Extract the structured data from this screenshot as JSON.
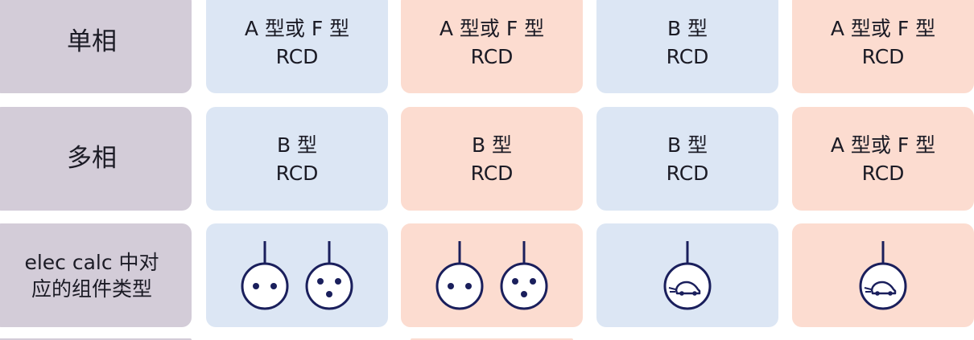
{
  "rows": [
    {
      "header": "单相",
      "cells": [
        {
          "line1": "A 型或 F 型",
          "line2": "RCD"
        },
        {
          "line1": "A 型或 F 型",
          "line2": "RCD"
        },
        {
          "line1": "B 型",
          "line2": "RCD"
        },
        {
          "line1": "A 型或 F 型",
          "line2": "RCD"
        }
      ]
    },
    {
      "header": "多相",
      "cells": [
        {
          "line1": "B 型",
          "line2": "RCD"
        },
        {
          "line1": "B 型",
          "line2": "RCD"
        },
        {
          "line1": "B 型",
          "line2": "RCD"
        },
        {
          "line1": "A 型或 F 型",
          "line2": "RCD"
        }
      ]
    },
    {
      "header_line1": "elec calc 中对",
      "header_line2": "应的组件类型",
      "icons": [
        [
          "two-pin-socket-icon",
          "three-pin-socket-icon"
        ],
        [
          "two-pin-socket-icon",
          "three-pin-socket-icon"
        ],
        [
          "ev-charger-icon"
        ],
        [
          "ev-charger-icon"
        ]
      ]
    }
  ],
  "colors": {
    "header_bg": "#d3ccd8",
    "blue_bg": "#dce6f4",
    "pink_bg": "#fcdcd0",
    "icon_stroke": "#1a1f5c"
  }
}
